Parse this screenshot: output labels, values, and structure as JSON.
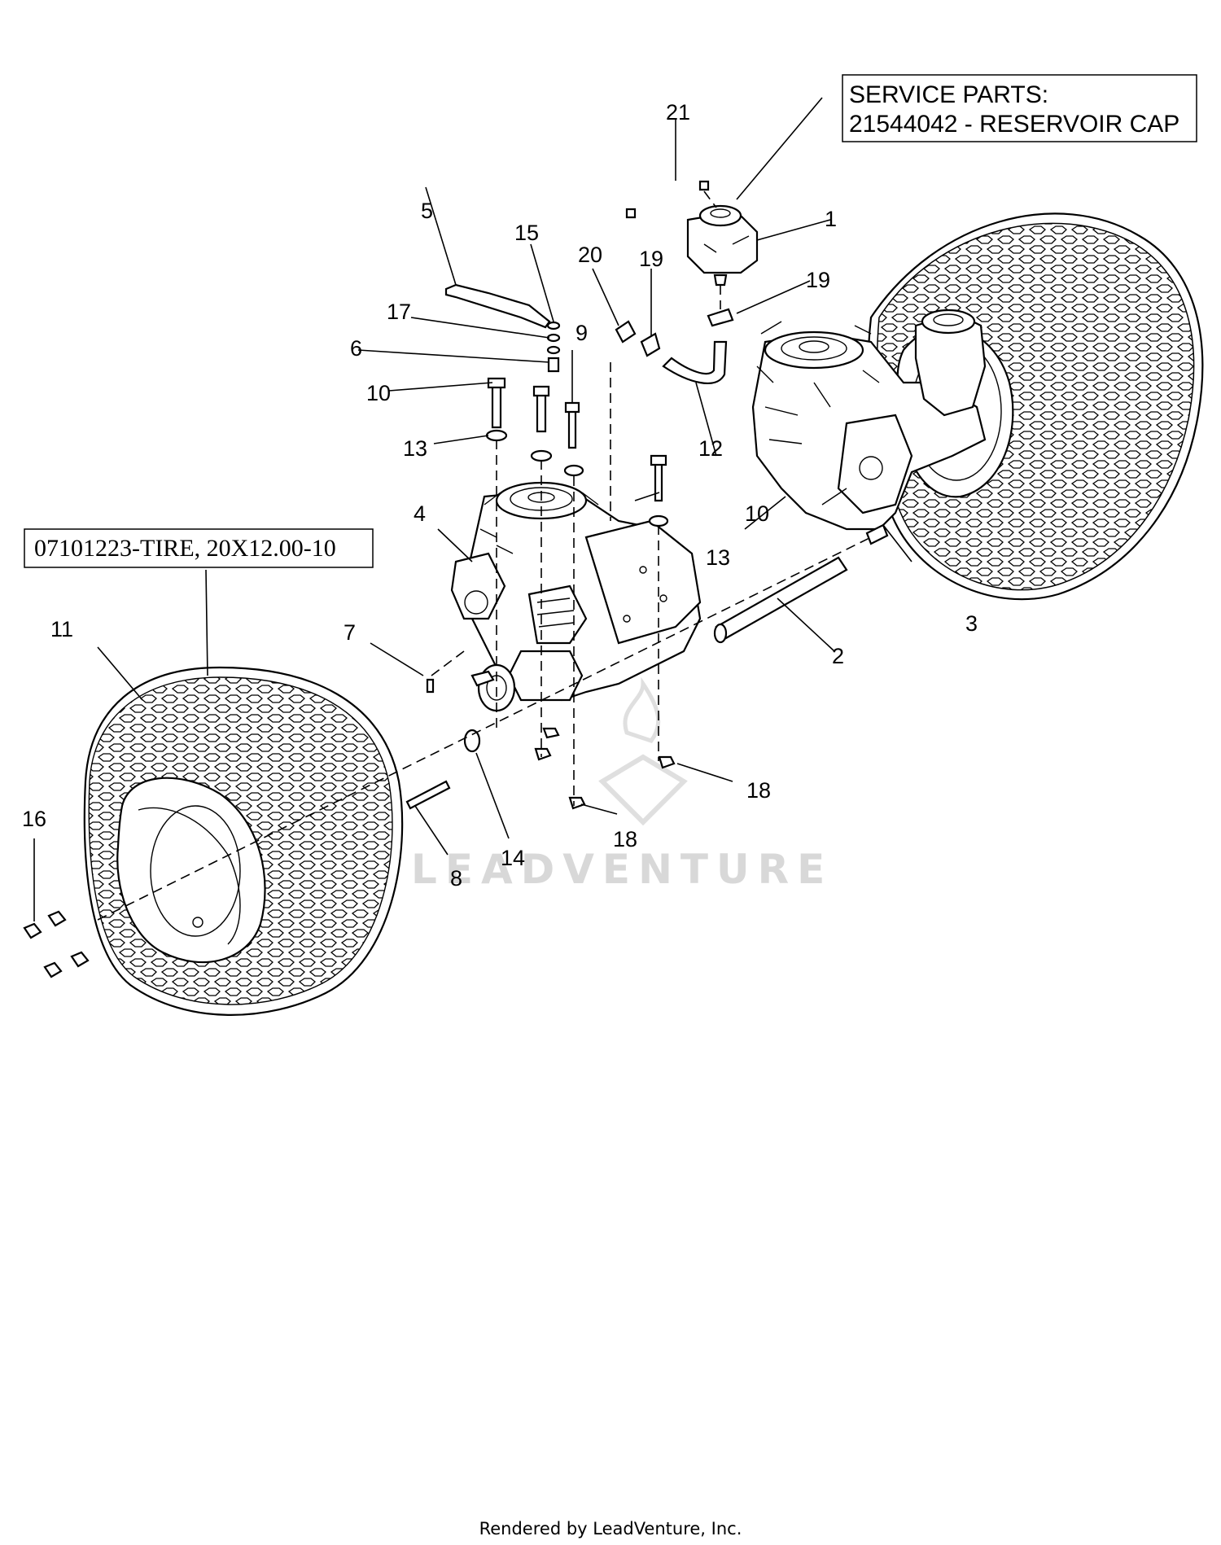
{
  "service_parts": {
    "line1": "SERVICE PARTS:",
    "line2": "21544042 - RESERVOIR CAP"
  },
  "tire_callout": "07101223-TIRE, 20X12.00-10",
  "part_numbers": [
    "1",
    "2",
    "3",
    "4",
    "5",
    "6",
    "7",
    "8",
    "9",
    "10",
    "10",
    "11",
    "12",
    "13",
    "13",
    "14",
    "15",
    "16",
    "17",
    "18",
    "18",
    "19",
    "19",
    "20",
    "21"
  ],
  "watermark": "LEADVENTURE",
  "footer": "Rendered by LeadVenture, Inc."
}
